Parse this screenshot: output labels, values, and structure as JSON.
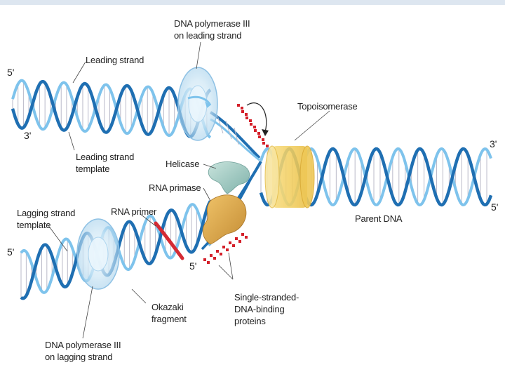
{
  "labels": {
    "polymerase_leading": [
      "DNA polymerase III",
      "on leading strand"
    ],
    "leading_strand": "Leading strand",
    "leading_template": [
      "Leading strand",
      "template"
    ],
    "topoisomerase": "Topoisomerase",
    "helicase": "Helicase",
    "rna_primase": "RNA primase",
    "rna_primer": "RNA primer",
    "lagging_template": [
      "Lagging strand",
      "template"
    ],
    "parent_dna": "Parent DNA",
    "okazaki": [
      "Okazaki",
      "fragment"
    ],
    "ssb": [
      "Single-stranded-",
      "DNA-binding",
      "proteins"
    ],
    "polymerase_lagging": [
      "DNA polymerase III",
      "on lagging strand"
    ]
  },
  "ends": {
    "top_left_5": "5'",
    "top_left_3": "3'",
    "right_3": "3'",
    "right_5": "5'",
    "bottom_left_5": "5'",
    "middle_5": "5'"
  },
  "colors": {
    "strand_dark": "#1f6fb2",
    "strand_light": "#7ec3ec",
    "rungs": "#b9b9c8",
    "rna_primer": "#d42a33",
    "ssb_protein": "#d4202a",
    "topoisomerase": "#f4d36a",
    "helicase": "#9fc8c0",
    "primase": "#d9a54a",
    "polymerase": "#cfe7f5"
  }
}
